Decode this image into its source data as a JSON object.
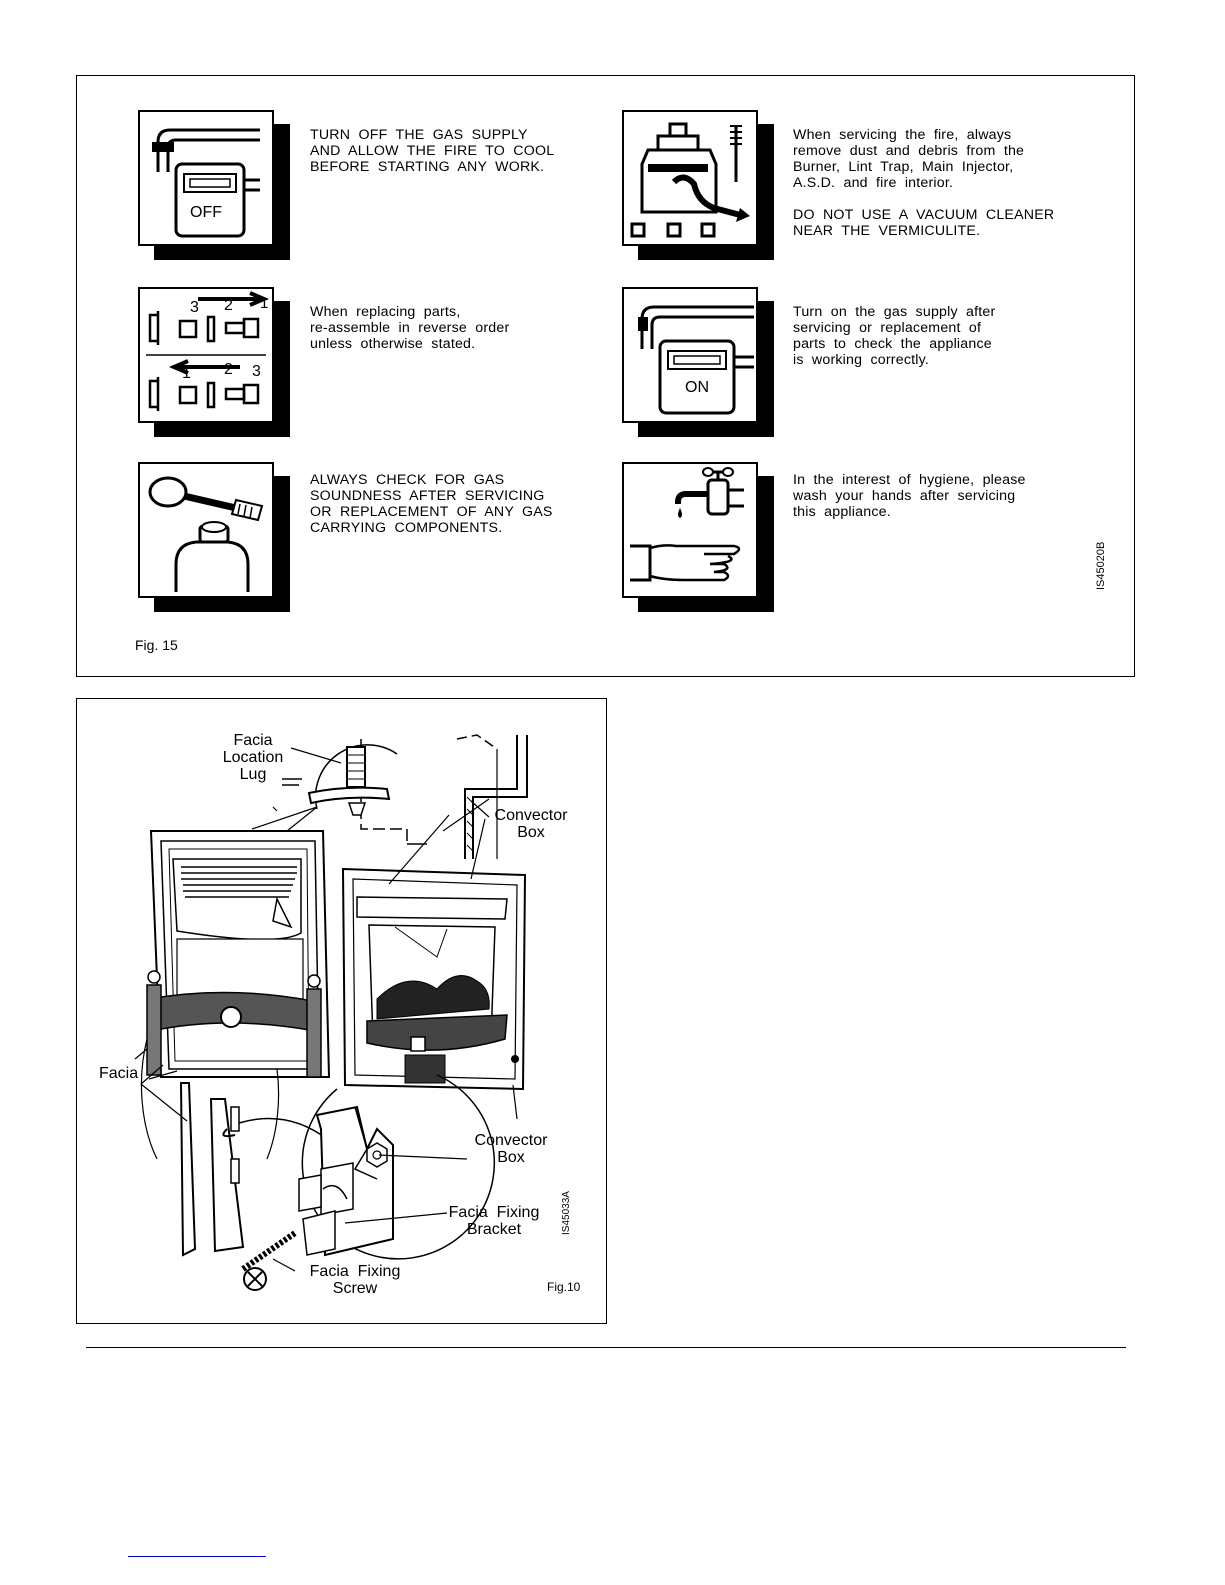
{
  "fig15": {
    "label": "Fig. 15",
    "code": "IS45020B",
    "items": [
      {
        "icon": "gas-meter-off-icon",
        "meter_text": "OFF",
        "text": "TURN  OFF  THE  GAS  SUPPLY\nAND  ALLOW  THE  FIRE  TO  COOL\nBEFORE  STARTING  ANY  WORK."
      },
      {
        "icon": "vacuum-brush-icon",
        "text": "When  servicing  the  fire,  always\nremove  dust  and  debris  from  the\nBurner,  Lint  Trap,  Main  Injector,\nA.S.D.  and  fire  interior.\n\nDO  NOT  USE  A  VACUUM  CLEANER\nNEAR  THE  VERMICULITE."
      },
      {
        "icon": "reassembly-order-icon",
        "text": "When  replacing  parts,\nre-assemble  in  reverse  order\nunless  otherwise  stated."
      },
      {
        "icon": "gas-meter-on-icon",
        "meter_text": "ON",
        "text": "Turn  on  the  gas  supply  after\nservicing  or  replacement  of\nparts  to  check  the  appliance\nis  working  correctly."
      },
      {
        "icon": "leak-test-brush-icon",
        "text": "ALWAYS  CHECK  FOR  GAS\nSOUNDNESS  AFTER  SERVICING\nOR  REPLACEMENT  OF  ANY  GAS\nCARRYING  COMPONENTS."
      },
      {
        "icon": "hand-wash-tap-icon",
        "text": "In  the  interest  of  hygiene,  please\nwash  your  hands  after  servicing\nthis  appliance."
      }
    ],
    "step_numbers": {
      "top": [
        "3",
        "2",
        "1"
      ],
      "bottom": [
        "1",
        "2",
        "3"
      ]
    }
  },
  "fig10": {
    "label": "Fig.10",
    "code": "IS45033A",
    "labels": {
      "facia_location_lug": "Facia\nLocation\nLug",
      "convector_box_top": "Convector\nBox",
      "facia": "Facia",
      "convector_box_bottom": "Convector\nBox",
      "facia_fixing_bracket": "Facia  Fixing\nBracket",
      "facia_fixing_screw": "Facia  Fixing\nScrew"
    }
  }
}
